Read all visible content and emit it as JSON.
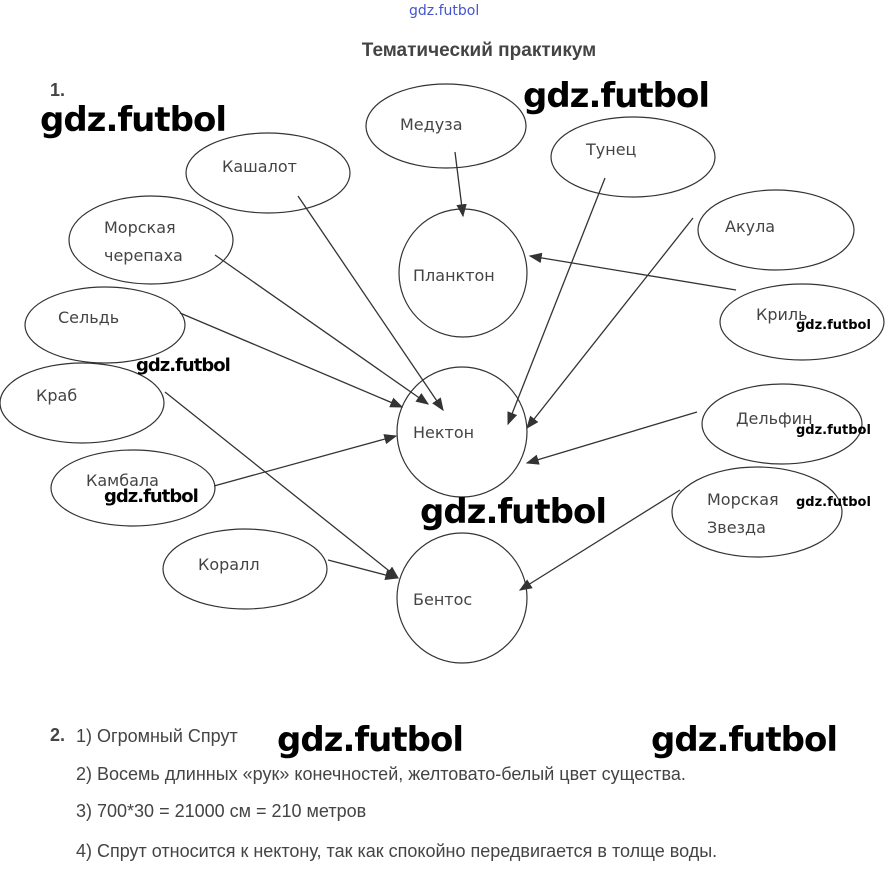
{
  "watermark": "gdz.futbol",
  "title": "Тематический практикум",
  "task1_number": "1.",
  "diagram": {
    "organisms": [
      "Медуза",
      "Тунец",
      "Кашалот",
      "Морская черепаха",
      "Акула",
      "Сельдь",
      "Криль",
      "Краб",
      "Дельфин",
      "Камбала",
      "Морская Звезда",
      "Коралл"
    ],
    "groups": [
      "Планктон",
      "Нектон",
      "Бентос"
    ],
    "links": [
      {
        "from": "Медуза",
        "to": "Планктон"
      },
      {
        "from": "Криль",
        "to": "Планктон"
      },
      {
        "from": "Тунец",
        "to": "Нектон"
      },
      {
        "from": "Кашалот",
        "to": "Нектон"
      },
      {
        "from": "Морская черепаха",
        "to": "Нектон"
      },
      {
        "from": "Сельдь",
        "to": "Нектон"
      },
      {
        "from": "Акула",
        "to": "Нектон"
      },
      {
        "from": "Дельфин",
        "to": "Нектон"
      },
      {
        "from": "Камбала",
        "to": "Нектон"
      },
      {
        "from": "Краб",
        "to": "Бентос"
      },
      {
        "from": "Коралл",
        "to": "Бентос"
      },
      {
        "from": "Морская Звезда",
        "to": "Бентос"
      }
    ]
  },
  "task2": {
    "number": "2.",
    "answers": [
      "1) Огромный Спрут",
      "2) Восемь длинных «рук» конечностей, желтовато-белый цвет существа.",
      "3) 700*30 = 21000 см = 210 метров",
      "4) Спрут относится к нектону, так как спокойно передвигается в толще воды."
    ]
  }
}
